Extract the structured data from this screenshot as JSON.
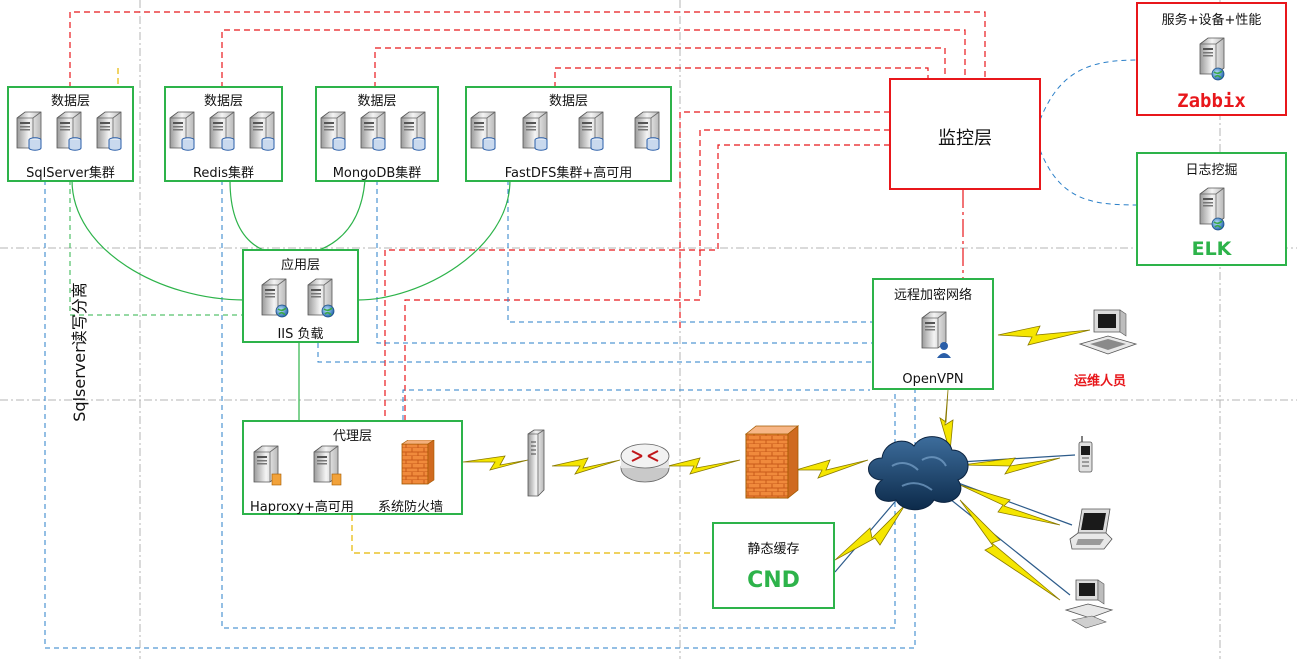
{
  "layers": {
    "data_layer_title": "数据层",
    "sqlserver_label": "SqlServer集群",
    "redis_label": "Redis集群",
    "mongodb_label": "MongoDB集群",
    "fastdfs_label": "FastDFS集群+高可用",
    "app_title": "应用层",
    "app_label": "IIS 负载",
    "proxy_title": "代理层",
    "haproxy_label": "Haproxy+高可用",
    "firewall_label": "系统防火墙",
    "monitor_title": "监控层",
    "vpn_title": "远程加密网络",
    "vpn_label": "OpenVPN",
    "zabbix_title": "服务+设备+性能",
    "zabbix_label": "Zabbix",
    "elk_title": "日志挖掘",
    "elk_label": "ELK",
    "cdn_title": "静态缓存",
    "cdn_label": "CND",
    "ops_label": "运维人员",
    "rw_split": "Sqlserver读写分离"
  },
  "colors": {
    "green": "#2db34a",
    "red": "#e8171b",
    "blue_dash": "#2a7fc8",
    "red_dash": "#e8171b",
    "yellow_dash": "#e5b800",
    "lightning": "#f5e600"
  },
  "icons": [
    "server-icon",
    "database-icon",
    "globe-icon",
    "firewall-icon",
    "switch-icon",
    "router-icon",
    "cloud-icon",
    "computer-icon",
    "laptop-icon",
    "phone-icon"
  ]
}
